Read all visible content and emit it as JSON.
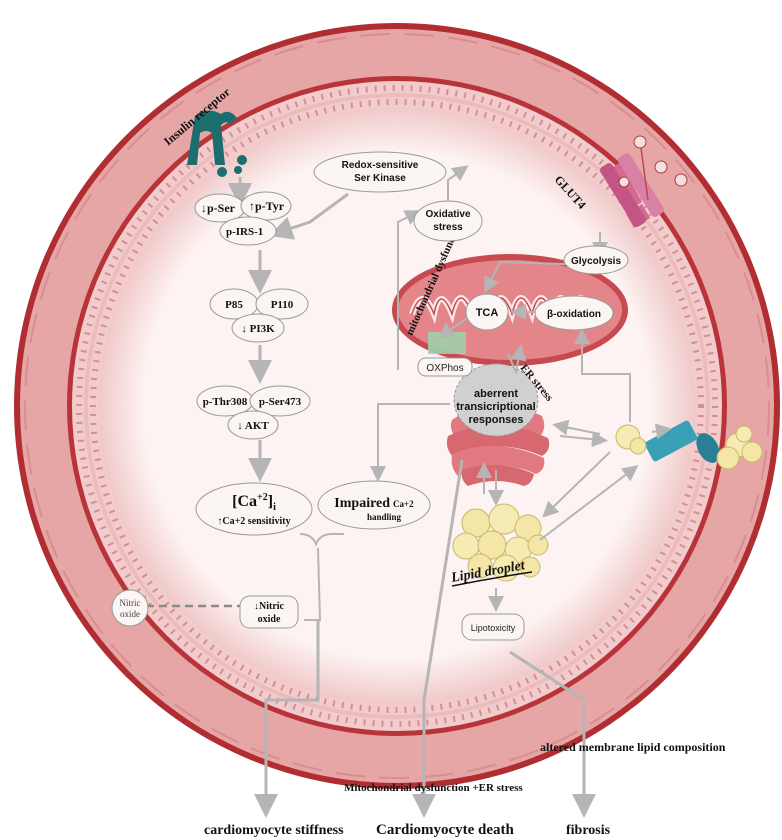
{
  "labels": {
    "insulin_receptor": "Insulin receptor",
    "glut4": "GLUT4",
    "p_ser": "↓p-Ser",
    "p_tyr": "↑p-Tyr",
    "p_irs1": "p-IRS-1",
    "redox_line1": "Redox-sensitive",
    "redox_line2": "Ser Kinase",
    "ox_line1": "Oxidative",
    "ox_line2": "stress",
    "glycolysis": "Glycolysis",
    "mito_dysfunction": "mitochondrial dysfunction",
    "tca": "TCA",
    "beta_ox": "β-oxidation",
    "oxphos": "OXPhos",
    "p85": "P85",
    "p110": "P110",
    "pi3k": "↓ PI3K",
    "p_thr308": "p-Thr308",
    "p_ser473": "p-Ser473",
    "akt": "↓ AKT",
    "er_stress": "ER stress",
    "aberrant_1": "aberrent",
    "aberrant_2": "transicriptional",
    "aberrant_3": "responses",
    "ca_main": "[Ca",
    "ca_sup": "+2",
    "ca_close": "]",
    "ca_sub": "i",
    "ca_sens": "↑Ca+2 sensitivity",
    "impaired_main": "Impaired",
    "impaired_ca": "Ca+2",
    "impaired_handling": "handling",
    "lipid_droplet": "Lipid droplet",
    "nitric_oxide_ext_1": "Nitric",
    "nitric_oxide_ext_2": "oxide",
    "nitric_oxide_int_1": "↓Nitric",
    "nitric_oxide_int_2": "oxide",
    "lipotoxicity": "Lipotoxicity",
    "altered_membrane": "altered membrane lipid composition",
    "mito_er": "Mitochondrial dysfunction +ER stress",
    "stiffness": "cardiomyocyte stiffness",
    "death": "Cardiomyocyte death",
    "fibrosis": "fibrosis"
  },
  "colors": {
    "outer_ring": "#a8262b",
    "ring_fill": "#e7a7a7",
    "cell_interior": "#fbf3f2",
    "mito": "#e48589",
    "receptor": "#1b6d6e",
    "lipid": "#f3e6a6",
    "transporter": "#3aa0b8",
    "arrow": "#b5b5b5"
  }
}
